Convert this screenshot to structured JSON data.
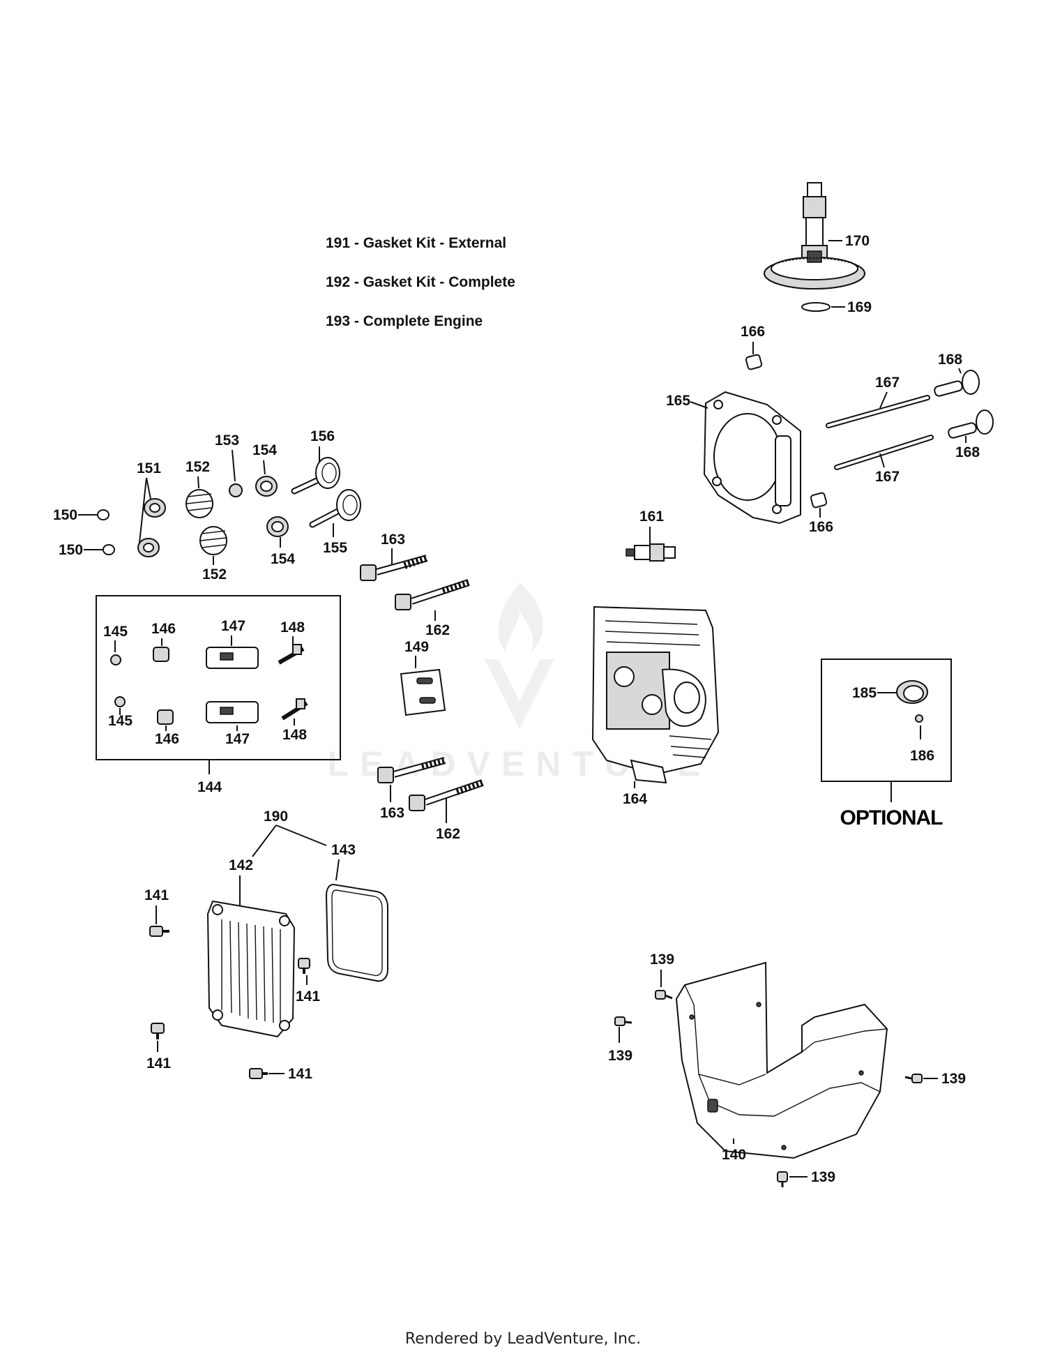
{
  "kit_notes": [
    "191 - Gasket Kit - External",
    "192 - Gasket Kit - Complete",
    "193 - Complete Engine"
  ],
  "optional_label": "OPTIONAL",
  "footer": "Rendered by LeadVenture, Inc.",
  "watermark": "LEADVENTURE",
  "callouts": {
    "c139a": "139",
    "c139b": "139",
    "c139c": "139",
    "c139d": "139",
    "c140": "140",
    "c141a": "141",
    "c141b": "141",
    "c141c": "141",
    "c141d": "141",
    "c142": "142",
    "c143": "143",
    "c144": "144",
    "c145a": "145",
    "c145b": "145",
    "c146a": "146",
    "c146b": "146",
    "c147a": "147",
    "c147b": "147",
    "c148a": "148",
    "c148b": "148",
    "c149": "149",
    "c150a": "150",
    "c150b": "150",
    "c151": "151",
    "c152a": "152",
    "c152b": "152",
    "c153": "153",
    "c154a": "154",
    "c154b": "154",
    "c155": "155",
    "c156": "156",
    "c161": "161",
    "c162a": "162",
    "c162b": "162",
    "c163a": "163",
    "c163b": "163",
    "c164": "164",
    "c165": "165",
    "c166a": "166",
    "c166b": "166",
    "c167a": "167",
    "c167b": "167",
    "c168a": "168",
    "c168b": "168",
    "c169": "169",
    "c170": "170",
    "c185": "185",
    "c186": "186",
    "c190": "190"
  }
}
